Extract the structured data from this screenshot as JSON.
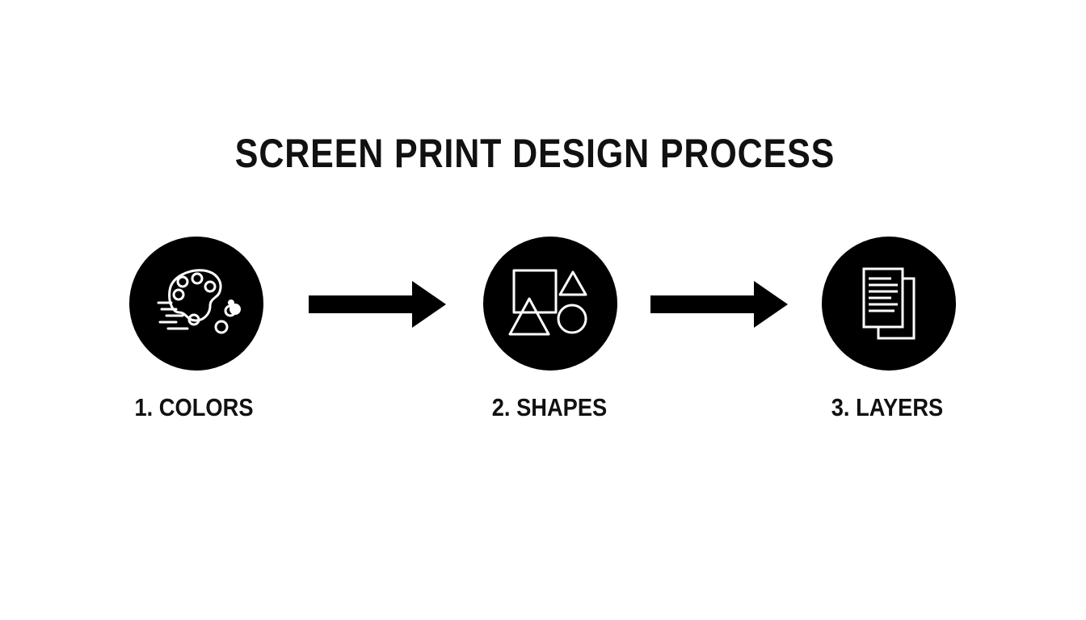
{
  "diagram": {
    "title": "SCREEN PRINT DESIGN PROCESS",
    "steps": [
      {
        "label": "1. COLORS",
        "icon": "palette-icon"
      },
      {
        "label": "2. SHAPES",
        "icon": "shapes-icon"
      },
      {
        "label": "3. LAYERS",
        "icon": "layers-icon"
      }
    ],
    "connectors": [
      "arrow-right",
      "arrow-right"
    ],
    "colors": {
      "background": "#ffffff",
      "foreground": "#000000",
      "icon_stroke": "#ffffff"
    }
  }
}
